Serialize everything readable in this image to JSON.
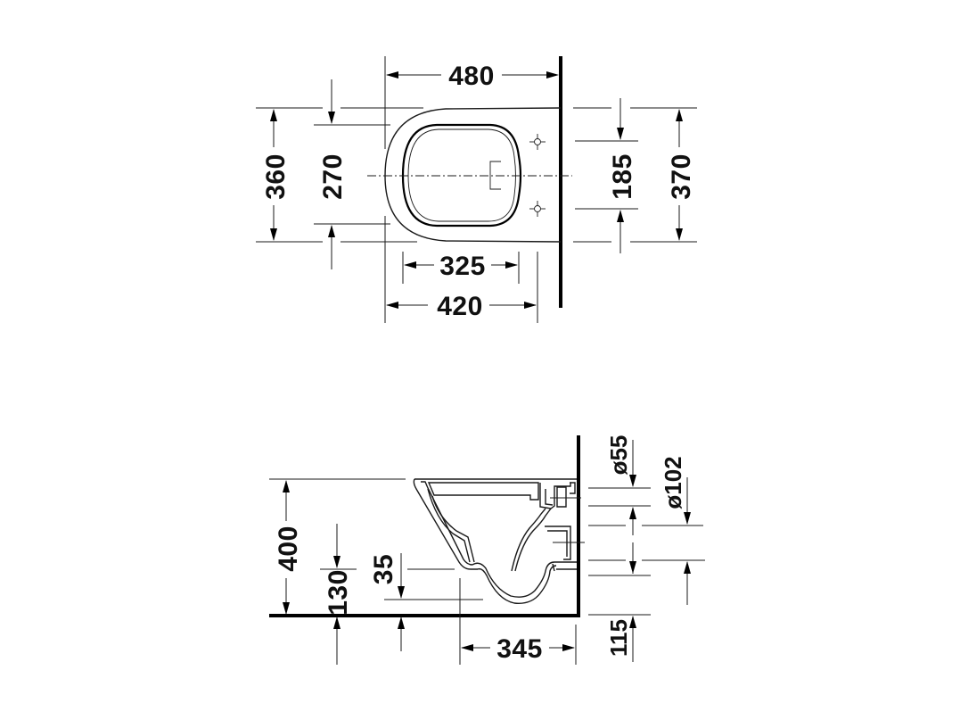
{
  "title": "Wall-mounted toilet dimension drawing",
  "units": "mm",
  "top_view": {
    "name": "plan-view",
    "dimensions": {
      "overall_length": "480",
      "overall_width": "360",
      "inner_width": "270",
      "fixing_hole_spacing": "185",
      "outer_width_right": "370",
      "seat_length": "325",
      "bowl_length": "420"
    }
  },
  "side_view": {
    "name": "elevation-view",
    "dimensions": {
      "rim_height": "400",
      "waterline_height": "130",
      "waterline_offset": "35",
      "outlet_projection": "345",
      "outlet_height": "115",
      "inlet_diameter": "ø55",
      "outlet_diameter": "ø102"
    }
  }
}
